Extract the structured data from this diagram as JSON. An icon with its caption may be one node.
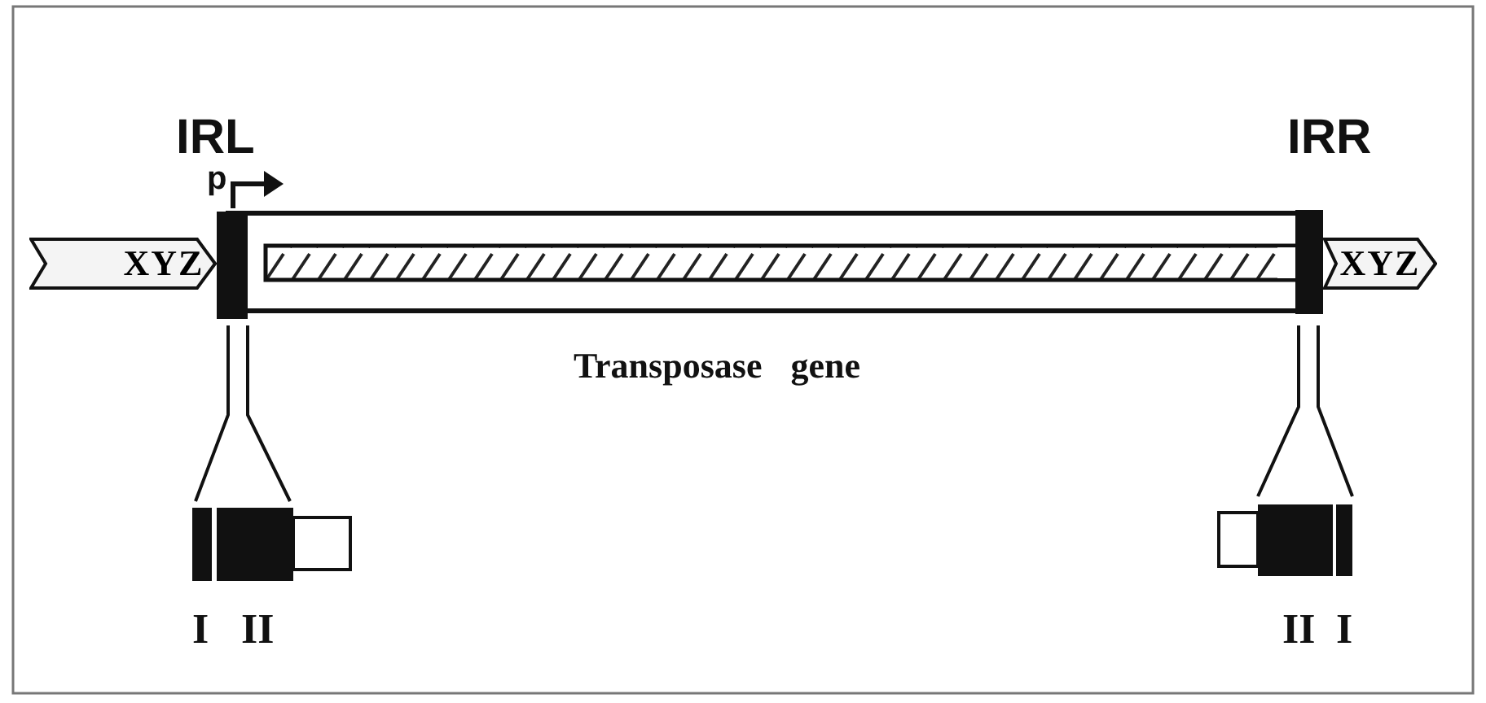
{
  "diagram": {
    "nodes": [
      {
        "text": [
          "XYZ"
        ]
      },
      {
        "text": [
          "XYZ"
        ]
      }
    ],
    "edges": [],
    "labels": [
      "IRL",
      "IRR",
      "p",
      "Transposase gene",
      "I",
      "II",
      "II",
      "I"
    ]
  }
}
